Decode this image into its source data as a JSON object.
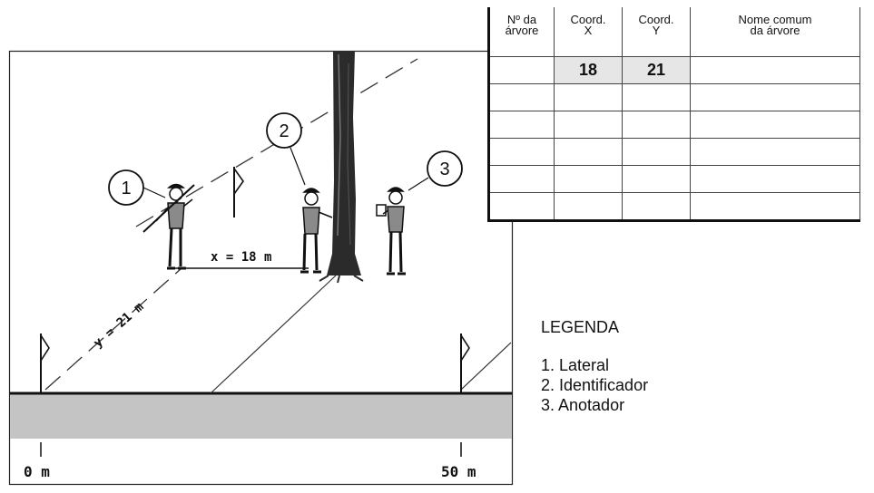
{
  "table": {
    "headers": [
      [
        "Nº da",
        "árvore"
      ],
      [
        "Coord.",
        "X"
      ],
      [
        "Coord.",
        "Y"
      ],
      [
        "Nome comum",
        "da árvore"
      ]
    ],
    "rows": [
      [
        "",
        "18",
        "21",
        ""
      ],
      [
        "",
        "",
        "",
        ""
      ],
      [
        "",
        "",
        "",
        ""
      ],
      [
        "",
        "",
        "",
        ""
      ],
      [
        "",
        "",
        "",
        ""
      ],
      [
        "",
        "",
        "",
        ""
      ]
    ]
  },
  "legend": {
    "title": "LEGENDA",
    "items": [
      "1. Lateral",
      "2. Identificador",
      "3. Anotador"
    ]
  },
  "scene": {
    "callouts": [
      "1",
      "2",
      "3"
    ],
    "x_label": "x = 18 m",
    "y_label": "y = 21 m",
    "scale_start": "0 m",
    "scale_end": "50 m"
  }
}
